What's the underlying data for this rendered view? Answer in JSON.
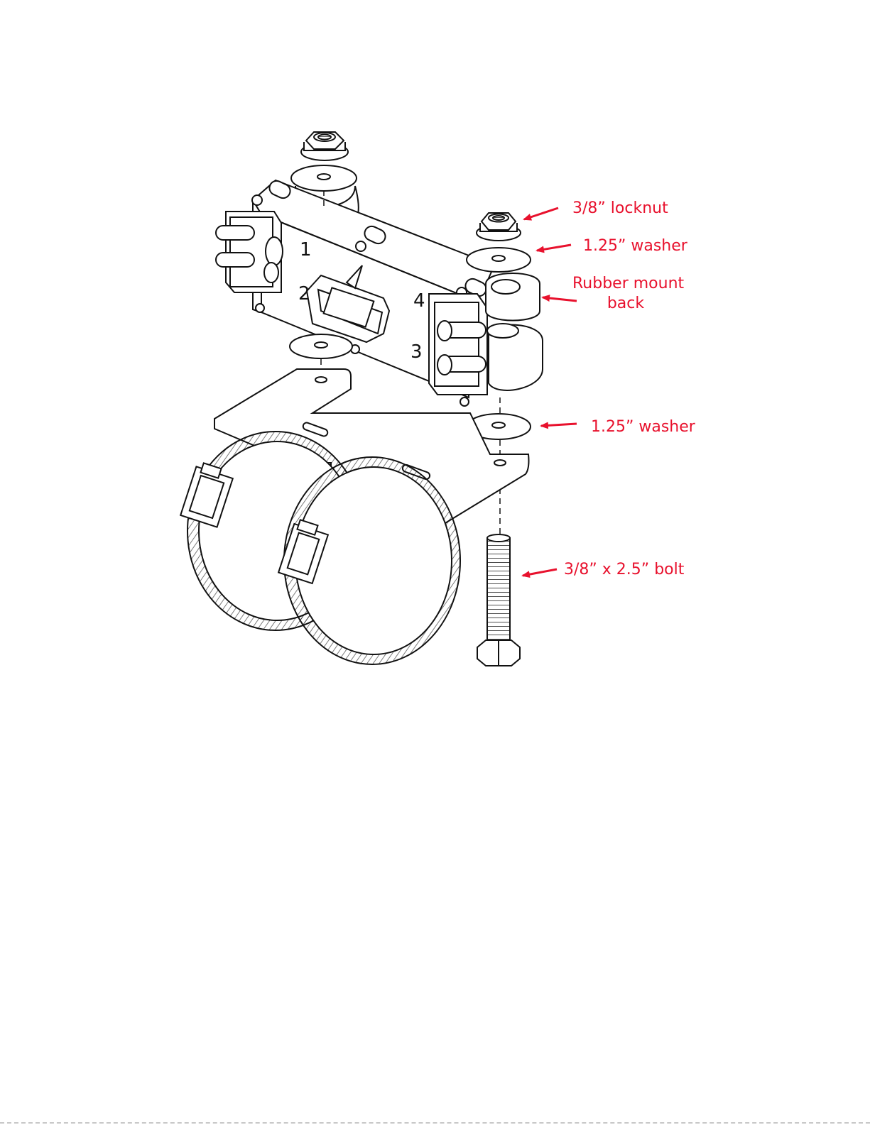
{
  "accent_color": "#e8112d",
  "line_color": "#111111",
  "part_numbers": {
    "p1": "1",
    "p2": "2",
    "p3": "3",
    "p4": "4"
  },
  "labels": {
    "locknut": "3/8” locknut",
    "washer_top": "1.25” washer",
    "rubber_mount_line1": "Rubber mount",
    "rubber_mount_line2": "back",
    "washer_bottom": "1.25” washer",
    "bolt": "3/8” x 2.5” bolt"
  }
}
